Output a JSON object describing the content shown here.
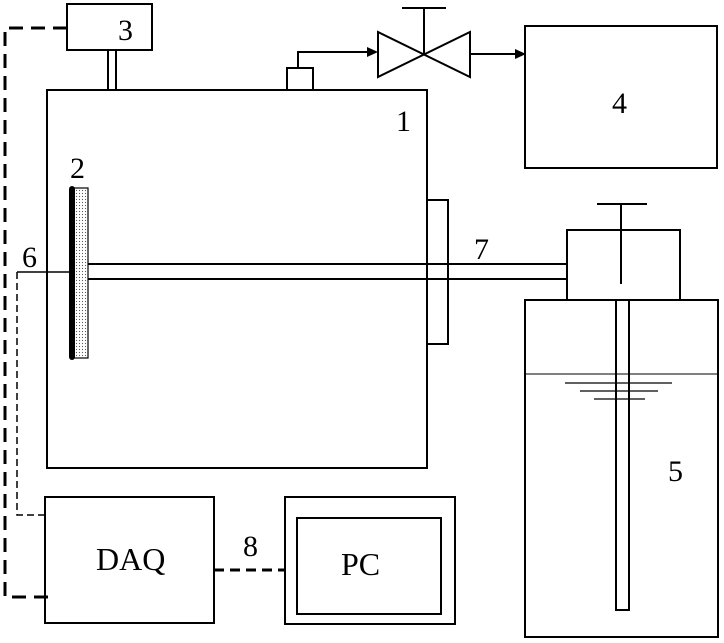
{
  "diagram": {
    "labels": {
      "chamber": "1",
      "sample": "2",
      "gauge": "3",
      "pump": "4",
      "reservoir": "5",
      "thermocouple": "6",
      "rod": "7",
      "link": "8",
      "daq": "DAQ",
      "pc": "PC"
    }
  }
}
